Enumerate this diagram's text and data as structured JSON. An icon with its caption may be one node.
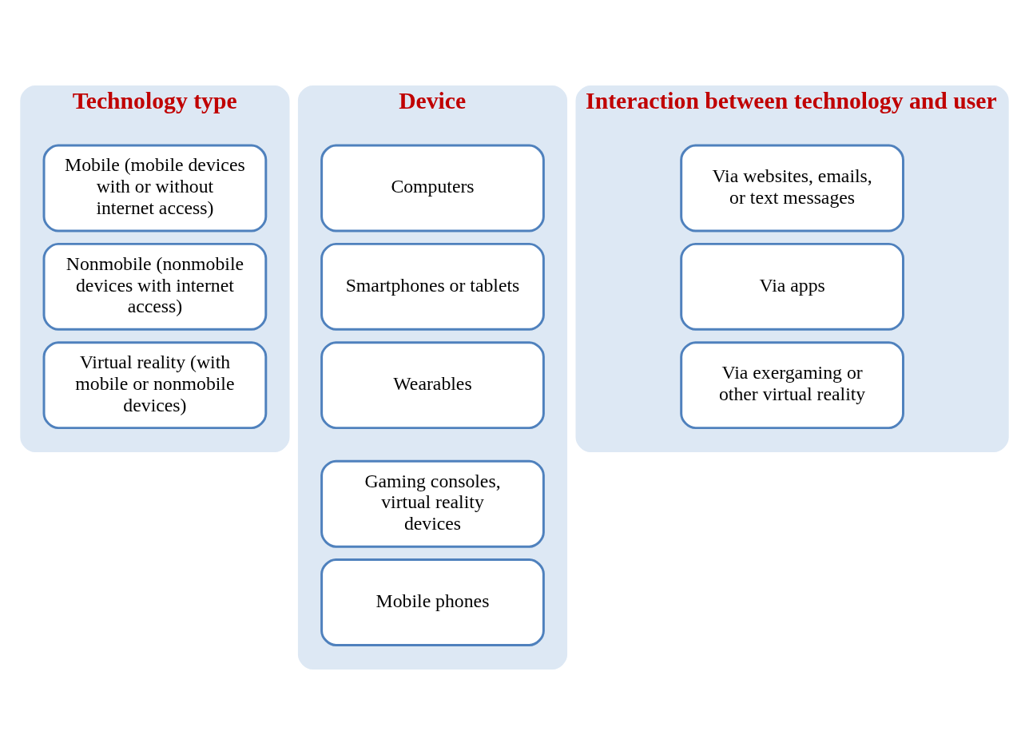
{
  "diagram": {
    "nodes": [
      {
        "text": [
          "Technology type"
        ]
      },
      {
        "text": [
          "Mobile (mobile devices with or without internet access)"
        ],
        "in": 0
      },
      {
        "text": [
          "Nonmobile (nonmobile devices with internet access)"
        ],
        "in": 0
      },
      {
        "text": [
          "Virtual reality (with mobile or nonmobile devices)"
        ],
        "in": 0
      },
      {
        "text": [
          "Device"
        ]
      },
      {
        "text": [
          "Computers"
        ],
        "in": 4
      },
      {
        "text": [
          "Smartphones or tablets"
        ],
        "in": 4
      },
      {
        "text": [
          "Wearables"
        ],
        "in": 4
      },
      {
        "text": [
          "Gaming consoles, virtual reality devices"
        ],
        "in": 4
      },
      {
        "text": [
          "Mobile phones"
        ],
        "in": 4
      },
      {
        "text": [
          "Interaction between technology and user"
        ]
      },
      {
        "text": [
          "Via websites, emails, or text messages"
        ],
        "in": 10
      },
      {
        "text": [
          "Via apps"
        ],
        "in": 10
      },
      {
        "text": [
          "Via exergaming or other virtual reality"
        ],
        "in": 10
      }
    ],
    "edges": []
  }
}
